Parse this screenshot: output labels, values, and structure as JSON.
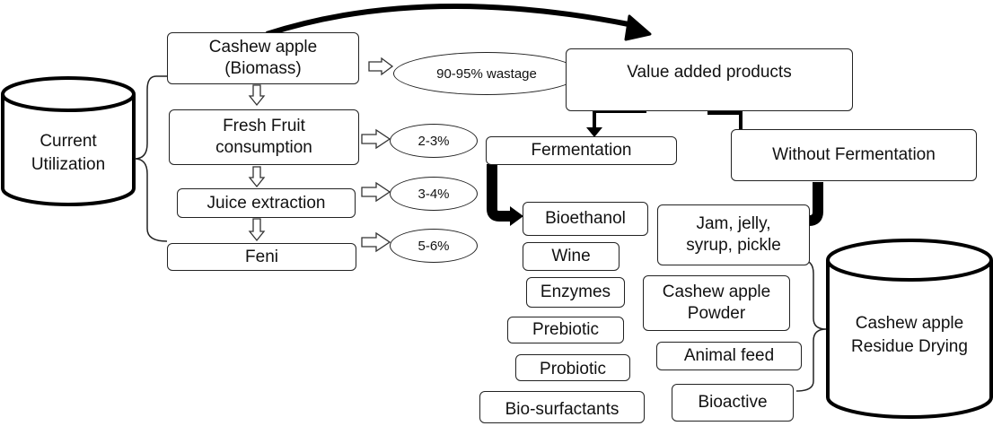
{
  "current_utilization": {
    "line1": "Current",
    "line2": "Utilization"
  },
  "sources": {
    "cashew_apple": {
      "line1": "Cashew apple",
      "line2": "(Biomass)"
    },
    "fresh_fruit": {
      "line1": "Fresh Fruit",
      "line2": "consumption"
    },
    "juice": "Juice extraction",
    "feni": "Feni"
  },
  "shares": {
    "wastage": "90-95% wastage",
    "fresh_fruit": "2-3%",
    "juice": "3-4%",
    "feni": "5-6%"
  },
  "value_added": "Value added products",
  "fermentation": {
    "label": "Fermentation",
    "products": [
      "Bioethanol",
      "Wine",
      "Enzymes",
      "Prebiotic",
      "Probiotic",
      "Bio-surfactants"
    ]
  },
  "without_fermentation": {
    "label": "Without Fermentation",
    "jam": {
      "line1": "Jam, jelly,",
      "line2": "syrup, pickle"
    }
  },
  "residue_products": {
    "powder": {
      "line1": "Cashew apple",
      "line2": "Powder"
    },
    "animal_feed": "Animal feed",
    "bioactive": "Bioactive"
  },
  "residue_drying": {
    "line1": "Cashew apple",
    "line2": "Residue Drying"
  }
}
